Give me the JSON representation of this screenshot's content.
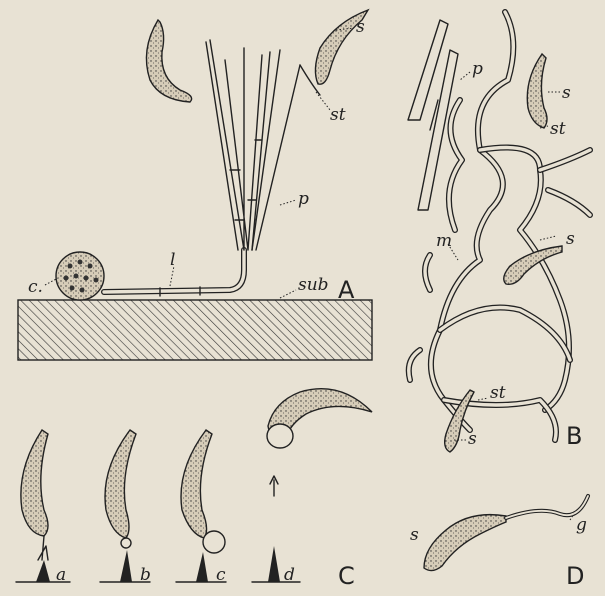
{
  "panels": {
    "A": {
      "letter": "A",
      "labels": {
        "s": "s",
        "st": "st",
        "p": "p",
        "l": "l",
        "c": "c.",
        "sub": "sub"
      }
    },
    "B": {
      "letter": "B",
      "labels": {
        "p": "p",
        "s1": "s",
        "st1": "st",
        "s2": "s",
        "m": "m",
        "st2": "st",
        "s3": "s"
      }
    },
    "C": {
      "letter": "C",
      "stages": [
        "a",
        "b",
        "c",
        "d"
      ]
    },
    "D": {
      "letter": "D",
      "labels": {
        "s": "s",
        "g": "g"
      }
    }
  }
}
